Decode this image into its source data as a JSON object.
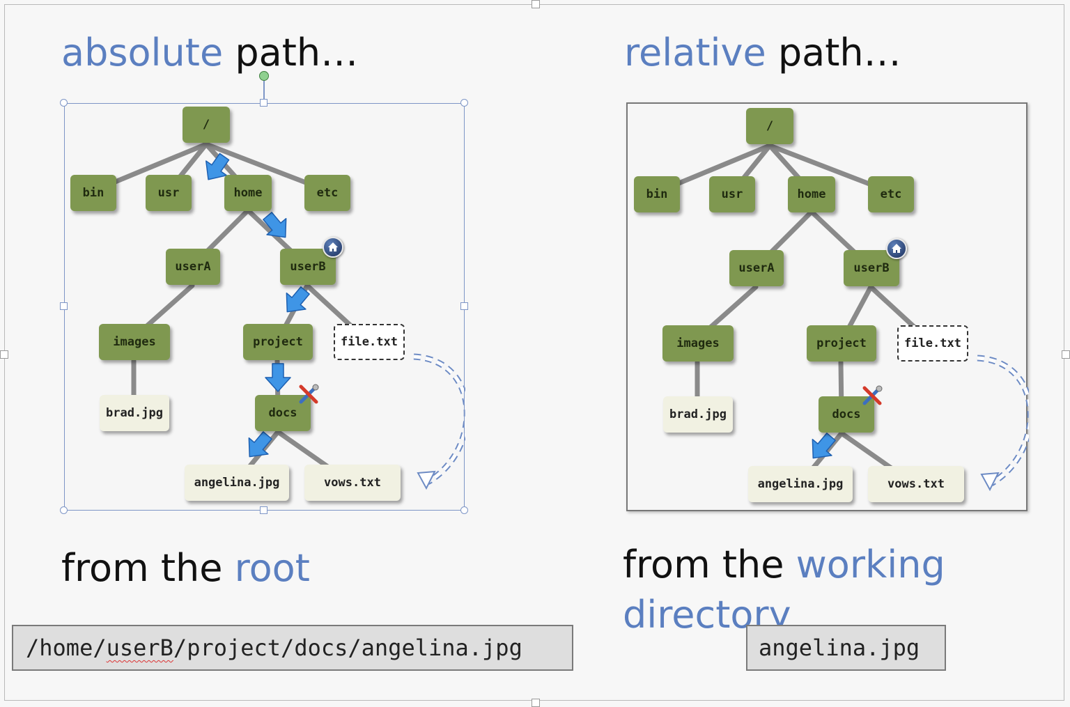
{
  "headings": {
    "left": {
      "accent": "absolute",
      "rest": " path…"
    },
    "right": {
      "accent": "relative",
      "rest": " path…"
    }
  },
  "captions": {
    "left": {
      "prefix": "from the ",
      "accent": "root"
    },
    "right": {
      "prefix": "from the ",
      "accent_line1": "working",
      "accent_line2": "directory"
    }
  },
  "tree": {
    "nodes": {
      "root": "/",
      "bin": "bin",
      "usr": "usr",
      "home": "home",
      "etc": "etc",
      "userA": "userA",
      "userB": "userB",
      "images": "images",
      "project": "project",
      "file_txt": "file.txt",
      "brad_jpg": "brad.jpg",
      "docs": "docs",
      "angelina_jpg": "angelina.jpg",
      "vows_txt": "vows.txt"
    }
  },
  "paths": {
    "absolute": {
      "pre": "/home/",
      "squiggle": "userB",
      "post": "/project/docs/angelina.jpg"
    },
    "relative": "angelina.jpg"
  },
  "colors": {
    "accent": "#5b7fc0",
    "folder": "#7f9850",
    "file": "#f1f1e2",
    "edge": "#8a8a8a",
    "arrow": "#3f95e6",
    "selection": "#7d95c6"
  },
  "icons": {
    "home_badge": "home-icon",
    "tools_badge": "tools-icon",
    "path_arrow": "arrow-icon",
    "curved_arrow": "curved-dashed-arrow-icon"
  }
}
